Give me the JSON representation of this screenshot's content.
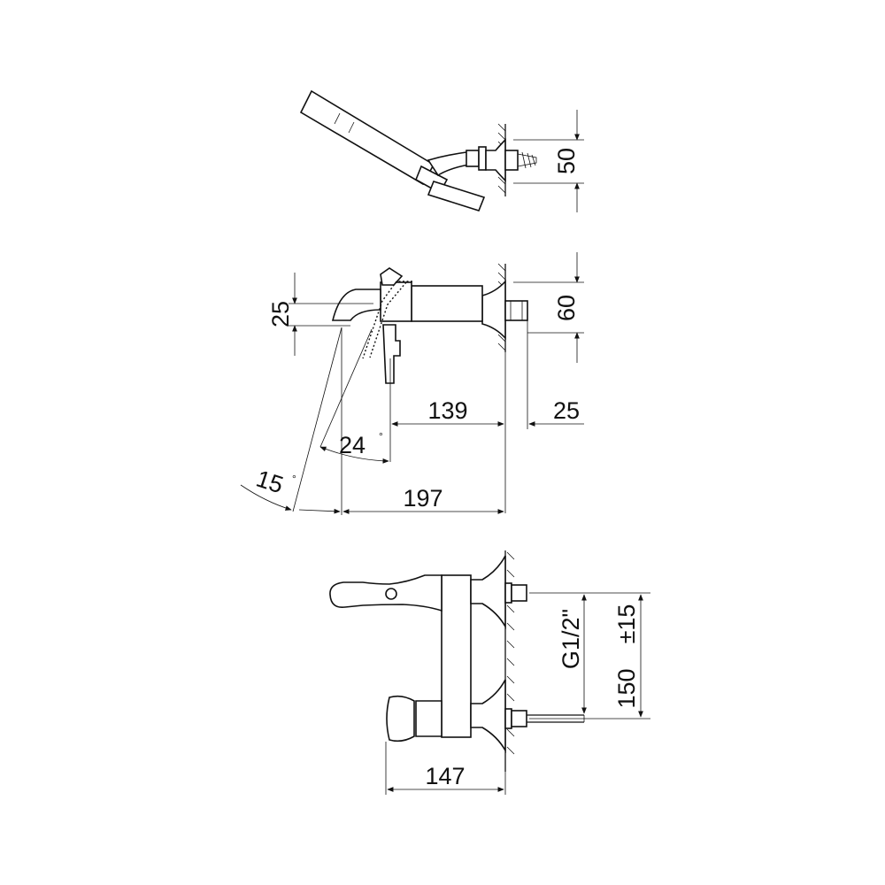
{
  "dimensions": {
    "shower_height": "50",
    "body_height": "60",
    "spout_height": "25",
    "body_depth": "139",
    "connection_depth": "25",
    "spout_angle": "24",
    "lever_angle": "15",
    "total_depth": "197",
    "front_depth": "147",
    "thread": "G1/2\"",
    "centre_distance": "150",
    "tolerance": "±15"
  },
  "colors": {
    "line": "#111111",
    "background": "#ffffff"
  }
}
